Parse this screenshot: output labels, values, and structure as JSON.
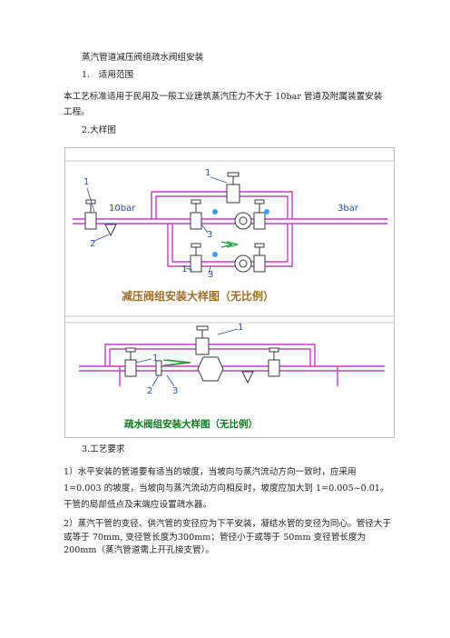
{
  "doc": {
    "title": "蒸汽管道减压阀组疏水阀组安装",
    "sec1_heading": "1.　适用范围",
    "sec1_body": "本工艺标准适用于民用及一般工业建筑蒸汽压力不大于 10bar 管道及附属装置安装工程。",
    "sec2_heading": "2.大样图",
    "sec3_heading": "3.工艺要求",
    "req1": "1）水平安装的管道要有适当的坡度，当坡向与蒸汽流动方向一致时，应采用 1=0.003 的坡度，当坡向与蒸汽流动方向相反时，坡度应加大到 1=0.005~0.01。干管的局部低点及末端应设置疏水器。",
    "req2": "2）蒸汽干管的变径、供汽管的变径应为下平安装，凝结水管的变径为同心。管径大于或等于 70mm, 变径管长度为300mm；管径小于或等于 50mm 变径管长度为 200mm（蒸汽管道需上开孔接支管）。"
  },
  "figure": {
    "caption_pressure": "减压阀组安装大样图（无比例）",
    "caption_trap": "疏水阀组安装大样图（无比例）",
    "label_in": "10bar",
    "label_out": "3bar",
    "callouts": [
      "1",
      "1",
      "2",
      "3",
      "1",
      "3",
      "1",
      "1",
      "2",
      "3"
    ]
  },
  "colors": {
    "pipe": "#c040c0",
    "callout": "#2b4fa8",
    "valve": "#3a3a3a",
    "flow_green": "#1e9c3a"
  }
}
